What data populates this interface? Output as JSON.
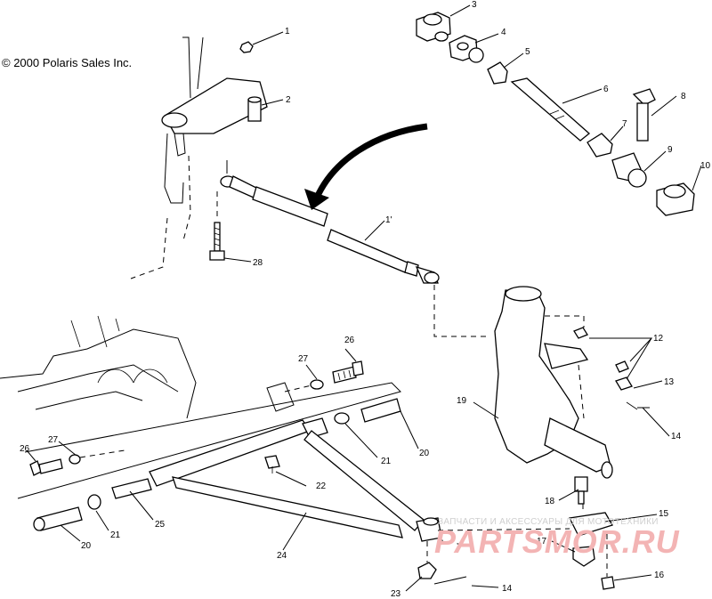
{
  "copyright": "© 2000 Polaris Sales Inc.",
  "watermark": {
    "text": "ЗАПЧАСТИ И АКСЕССУАРЫ ДЛЯ МОТОТЕХНИКИ",
    "logo": "PARTSMOR.RU"
  },
  "callouts": [
    {
      "id": "c1",
      "label": "1"
    },
    {
      "id": "c2",
      "label": "2"
    },
    {
      "id": "c3",
      "label": "3"
    },
    {
      "id": "c4",
      "label": "4"
    },
    {
      "id": "c5",
      "label": "5"
    },
    {
      "id": "c6",
      "label": "6"
    },
    {
      "id": "c7",
      "label": "7"
    },
    {
      "id": "c8",
      "label": "8"
    },
    {
      "id": "c9",
      "label": "9"
    },
    {
      "id": "c10",
      "label": "10"
    },
    {
      "id": "c1b",
      "label": "1'"
    },
    {
      "id": "c28",
      "label": "28"
    },
    {
      "id": "c12",
      "label": "12"
    },
    {
      "id": "c13",
      "label": "13"
    },
    {
      "id": "c14a",
      "label": "14"
    },
    {
      "id": "c19",
      "label": "19"
    },
    {
      "id": "c26a",
      "label": "26"
    },
    {
      "id": "c27a",
      "label": "27"
    },
    {
      "id": "c20a",
      "label": "20"
    },
    {
      "id": "c21a",
      "label": "21"
    },
    {
      "id": "c22",
      "label": "22"
    },
    {
      "id": "c26b",
      "label": "26"
    },
    {
      "id": "c27b",
      "label": "27"
    },
    {
      "id": "c25",
      "label": "25"
    },
    {
      "id": "c21b",
      "label": "21"
    },
    {
      "id": "c20b",
      "label": "20"
    },
    {
      "id": "c24",
      "label": "24"
    },
    {
      "id": "c18",
      "label": "18"
    },
    {
      "id": "c15",
      "label": "15"
    },
    {
      "id": "c17",
      "label": "17"
    },
    {
      "id": "c16",
      "label": "16"
    },
    {
      "id": "c23",
      "label": "23"
    },
    {
      "id": "c14b",
      "label": "14"
    }
  ]
}
